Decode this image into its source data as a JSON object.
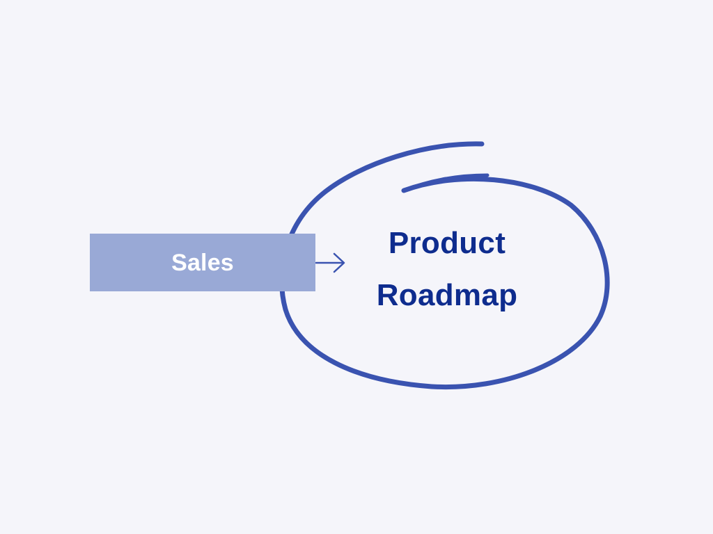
{
  "diagram": {
    "source": {
      "label": "Sales"
    },
    "target": {
      "line1": "Product",
      "line2": "Roadmap"
    },
    "connector": {
      "icon": "arrow-right-icon"
    }
  },
  "colors": {
    "background": "#f5f5fa",
    "box_fill": "#99a9d6",
    "box_text": "#ffffff",
    "accent": "#3a53b0",
    "title_text": "#0e2c8e"
  }
}
